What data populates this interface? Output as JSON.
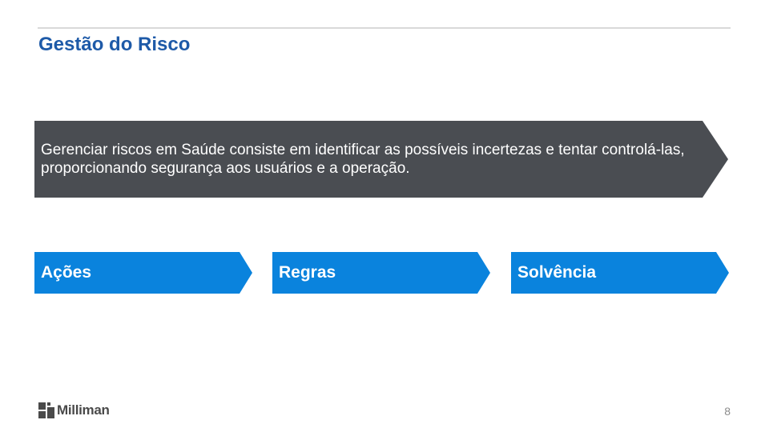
{
  "slide": {
    "title": "Gestão do Risco",
    "page_number": "8"
  },
  "banner": {
    "text": "Gerenciar riscos em Saúde consiste em identificar as possíveis incertezas e tentar controlá-las, proporcionando segurança aos usuários e a operação.",
    "color": "#4a4d52"
  },
  "steps": [
    {
      "label": "Ações"
    },
    {
      "label": "Regras"
    },
    {
      "label": "Solvência"
    }
  ],
  "step_color": "#0a83dd",
  "logo": {
    "text": "Milliman",
    "icon": "milliman-logo-icon"
  }
}
